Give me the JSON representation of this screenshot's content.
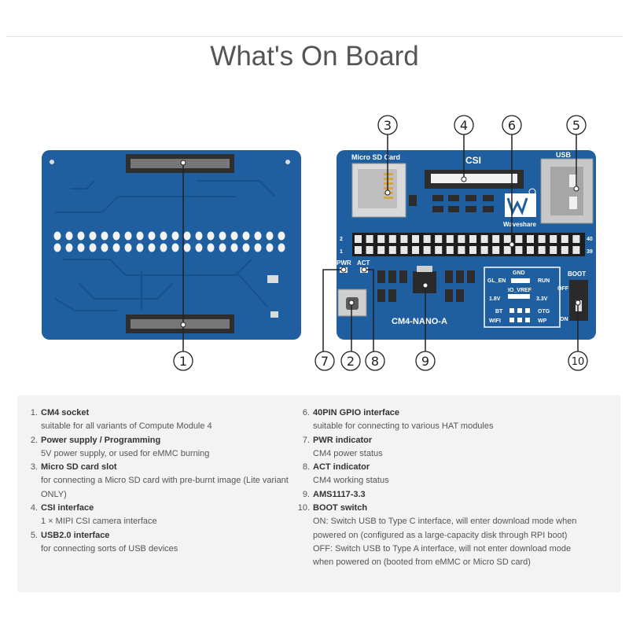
{
  "page": {
    "title": "What's On Board"
  },
  "board": {
    "silkscreen": {
      "micro_sd": "Micro SD Card",
      "csi": "CSI",
      "usb": "USB",
      "brand": "Waveshare",
      "model": "CM4-NANO-A",
      "pwr": "PWR",
      "act": "ACT",
      "boot": "BOOT",
      "off": "OFF",
      "on": "ON",
      "gnd": "GND",
      "gl_en": "GL_EN",
      "run": "RUN",
      "io_vref": "IO_VREF",
      "v18": "1.8V",
      "v33": "3.3V",
      "bt": "BT",
      "otg": "OTG",
      "wifi": "WIFI",
      "wp": "WP",
      "pin2": "2",
      "pin1": "1",
      "pin40": "40",
      "pin39": "39"
    },
    "callouts": [
      "1",
      "2",
      "3",
      "4",
      "5",
      "6",
      "7",
      "8",
      "9",
      "10"
    ]
  },
  "features": [
    {
      "num": "1.",
      "name": "CM4 socket",
      "desc": [
        "suitable for all variants of Compute Module 4"
      ]
    },
    {
      "num": "2.",
      "name": "Power supply / Programming",
      "desc": [
        "5V power supply, or used for eMMC burning"
      ]
    },
    {
      "num": "3.",
      "name": "Micro SD card slot",
      "desc": [
        "for connecting a Micro SD card with pre-burnt image (Lite variant ONLY)"
      ]
    },
    {
      "num": "4.",
      "name": "CSI interface",
      "desc": [
        "1 × MIPI CSI camera interface"
      ]
    },
    {
      "num": "5.",
      "name": "USB2.0 interface",
      "desc": [
        "for connecting sorts of USB devices"
      ]
    },
    {
      "num": "6.",
      "name": "40PIN GPIO interface",
      "desc": [
        "suitable for connecting to various HAT modules"
      ]
    },
    {
      "num": "7.",
      "name": "PWR indicator",
      "desc": [
        "CM4 power status"
      ]
    },
    {
      "num": "8.",
      "name": "ACT indicator",
      "desc": [
        "CM4 working status"
      ]
    },
    {
      "num": "9.",
      "name": "AMS1117-3.3",
      "desc": []
    },
    {
      "num": "10.",
      "name": "BOOT switch",
      "desc": [
        "ON: Switch USB to Type C interface, will enter download mode when powered on (configured as a large-capacity disk through RPI boot)",
        "OFF: Switch USB to Type A interface, will not enter download mode when powered on (booted from eMMC or Micro SD card)"
      ]
    }
  ],
  "colors": {
    "pcb": "#1f5f9f",
    "pcb_dark": "#16487a",
    "connector": "#3a3a3a",
    "pin": "#f2f2f2",
    "panel": "#f3f3f3"
  }
}
